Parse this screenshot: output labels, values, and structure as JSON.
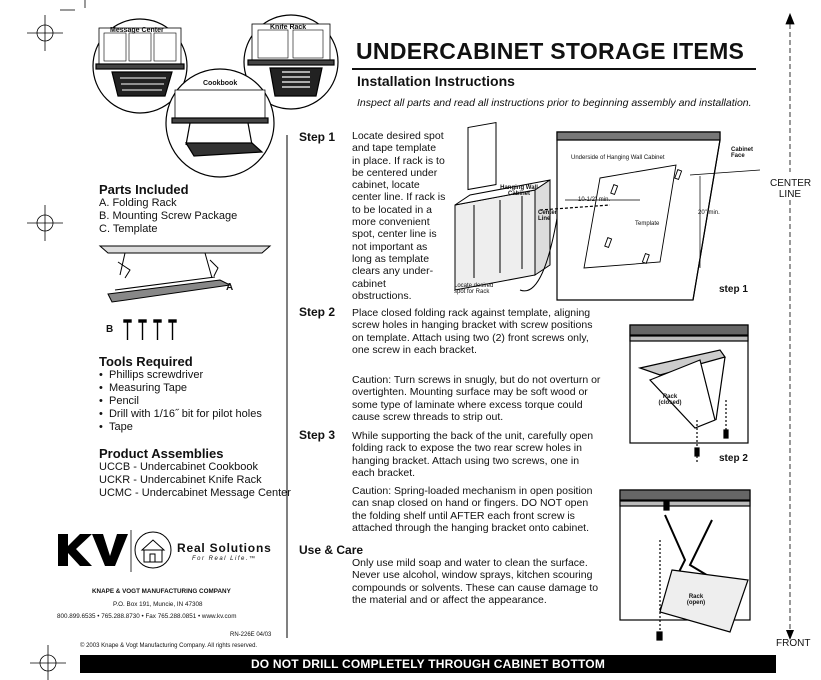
{
  "header": {
    "title": "UNDERCABINET STORAGE ITEMS",
    "subtitle": "Installation Instructions",
    "intro": "Inspect all parts and read all instructions prior to beginning assembly and installation."
  },
  "callouts": {
    "message_center": "Message Center",
    "knife_rack": "Knife Rack",
    "cookbook": "Cookbook"
  },
  "parts": {
    "heading": "Parts Included",
    "items": [
      "A. Folding Rack",
      "B. Mounting Screw Package",
      "C. Template"
    ],
    "label_a": "A",
    "label_b": "B"
  },
  "tools": {
    "heading": "Tools Required",
    "bullet": "•",
    "items": [
      "Phillips screwdriver",
      "Measuring Tape",
      "Pencil",
      "Drill with 1/16˝ bit for pilot holes",
      "Tape"
    ]
  },
  "assemblies": {
    "heading": "Product Assemblies",
    "items": [
      "UCCB - Undercabinet Cookbook",
      "UCKR - Undercabinet Knife Rack",
      "UCMC - Undercabinet Message Center"
    ]
  },
  "branding": {
    "kv_logo": "KV",
    "real_solutions": "Real Solutions",
    "tagline": "For Real Life.™",
    "company": "KNAPE & VOGT MANUFACTURING COMPANY",
    "address": "P.O. Box 191, Muncie, IN 47308",
    "contact": "800.899.6535  •  765.288.8730  •  Fax 765.288.0851  •  www.kv.com",
    "doc_number": "RN-226E  04/03",
    "copyright": "© 2003 Knape & Vogt Manufacturing Company.  All rights reserved."
  },
  "steps": [
    {
      "label": "Step 1",
      "text": "Locate desired spot and tape template in place. If rack is to be centered under cabinet, locate center line. If rack is to be located in a more convenient spot, center line is not important as long as template clears any under-cabinet obstructions."
    },
    {
      "label": "Step 2",
      "text": "Place closed folding rack against template, aligning screw holes in hanging bracket with screw positions on template. Attach using two (2) front screws only, one screw in each bracket.",
      "caution": "Caution: Turn screws in snugly, but do not overturn or overtighten. Mounting surface may be soft wood or some type of laminate where excess torque could cause screw threads to strip out."
    },
    {
      "label": "Step 3",
      "text": "While supporting the back of the unit, carefully open folding rack to expose the two rear screw holes in hanging bracket. Attach using two screws, one in each bracket.",
      "caution": "Caution: Spring-loaded mechanism in open position can snap closed on hand or fingers. DO NOT open the folding shelf until AFTER each front screw is attached through the hanging bracket onto cabinet."
    }
  ],
  "care": {
    "label": "Use & Care",
    "text": "Only use mild soap and water to clean the surface. Never use alcohol, window sprays, kitchen scouring compounds or solvents. These can cause damage to the material and or affect the appearance."
  },
  "diagram1": {
    "underside": "Underside of Hanging Wall Cabinet",
    "cabinet_face": "Cabinet Face",
    "hanging_cabinet": "Hanging Wall Cabinet",
    "center_line": "Center Line",
    "width": "10-1/2\" min.",
    "depth": "20\" min.",
    "template": "Template",
    "locate": "Locate desired spot for Rack",
    "caption": "step 1"
  },
  "diagram2": {
    "rack": "Rack (closed)",
    "caption": "step 2"
  },
  "diagram3": {
    "rack": "Rack (open)"
  },
  "margin": {
    "center_line": "CENTER LINE",
    "front": "FRONT"
  },
  "footer": {
    "warning": "DO NOT DRILL COMPLETELY THROUGH CABINET BOTTOM"
  }
}
